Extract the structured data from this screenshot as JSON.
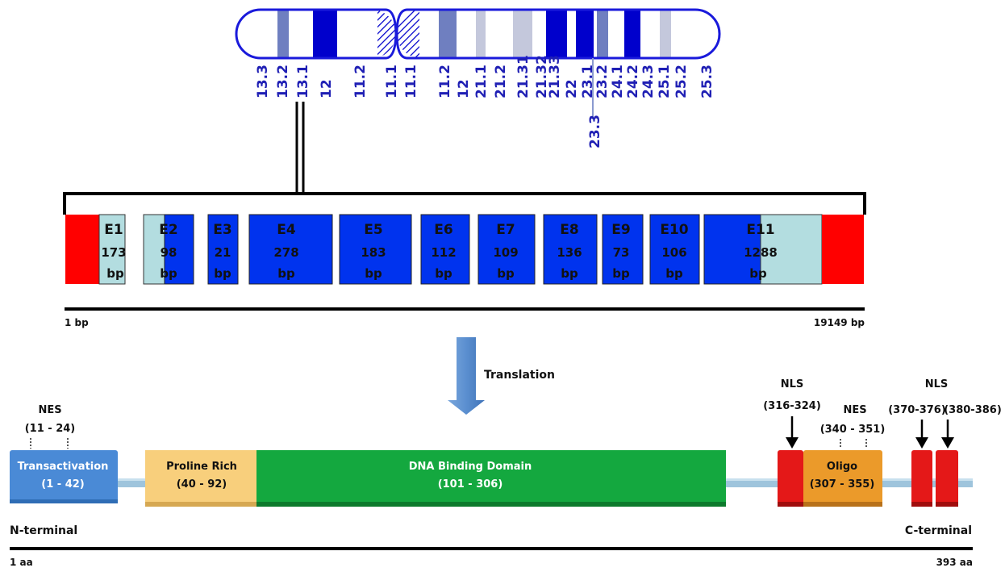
{
  "chromosome": {
    "p_bands": [
      "13.3",
      "13.2",
      "13.1",
      "12",
      "11.2",
      "11.1"
    ],
    "q_bands": [
      "11.1",
      "11.2",
      "12",
      "21.1",
      "21.2",
      "21.31",
      "21.32",
      "21.33",
      "22",
      "23.1",
      "23.2",
      "24.1",
      "24.2",
      "24.3",
      "25.1",
      "25.2",
      "25.3"
    ],
    "extra_band": "23.3",
    "colors": {
      "outline": "#1a1adb",
      "dark": "#0000cc",
      "medium": "#6f7fc0",
      "light": "#c4c8dc",
      "label": "#1f1fb4"
    }
  },
  "gene": {
    "start_label": "1 bp",
    "end_label": "19149 bp",
    "exons": [
      {
        "name": "E1",
        "size": "173",
        "unit": "bp"
      },
      {
        "name": "E2",
        "size": "98",
        "unit": "bp"
      },
      {
        "name": "E3",
        "size": "21",
        "unit": "bp"
      },
      {
        "name": "E4",
        "size": "278",
        "unit": "bp"
      },
      {
        "name": "E5",
        "size": "183",
        "unit": "bp"
      },
      {
        "name": "E6",
        "size": "112",
        "unit": "bp"
      },
      {
        "name": "E7",
        "size": "109",
        "unit": "bp"
      },
      {
        "name": "E8",
        "size": "136",
        "unit": "bp"
      },
      {
        "name": "E9",
        "size": "73",
        "unit": "bp"
      },
      {
        "name": "E10",
        "size": "106",
        "unit": "bp"
      },
      {
        "name": "E11",
        "size": "1288",
        "unit": "bp"
      }
    ],
    "colors": {
      "utr": "#ff0000",
      "coding": "#0033ee",
      "noncoding": "#b3dde0"
    }
  },
  "translation": {
    "label": "Translation",
    "arrow_color": "#5b8fd0"
  },
  "protein": {
    "n_terminal": "N-terminal",
    "c_terminal": "C-terminal",
    "start_label": "1 aa",
    "end_label": "393 aa",
    "domains": {
      "transactivation": {
        "name": "Transactivation",
        "range": "(1 - 42)"
      },
      "proline": {
        "name": "Proline Rich",
        "range": "(40 - 92)"
      },
      "dna_binding": {
        "name": "DNA Binding Domain",
        "range": "(101 - 306)"
      },
      "oligo": {
        "name": "Oligo",
        "range": "(307 - 355)"
      }
    },
    "signals": {
      "nes1": {
        "name": "NES",
        "range": "(11 - 24)"
      },
      "nls1": {
        "name": "NLS",
        "range": "(316-324)"
      },
      "nes2": {
        "name": "NES",
        "range": "(340 - 351)"
      },
      "nls2": {
        "name": "NLS",
        "range1": "(370-376)",
        "range2": "(380-386)"
      }
    },
    "colors": {
      "transactivation": "#4a8ad6",
      "proline": "#f8cf7c",
      "dna_binding": "#14a83f",
      "oligo": "#eb9a2a",
      "nls": "#e41818",
      "backbone": "#9ec4dc"
    }
  }
}
